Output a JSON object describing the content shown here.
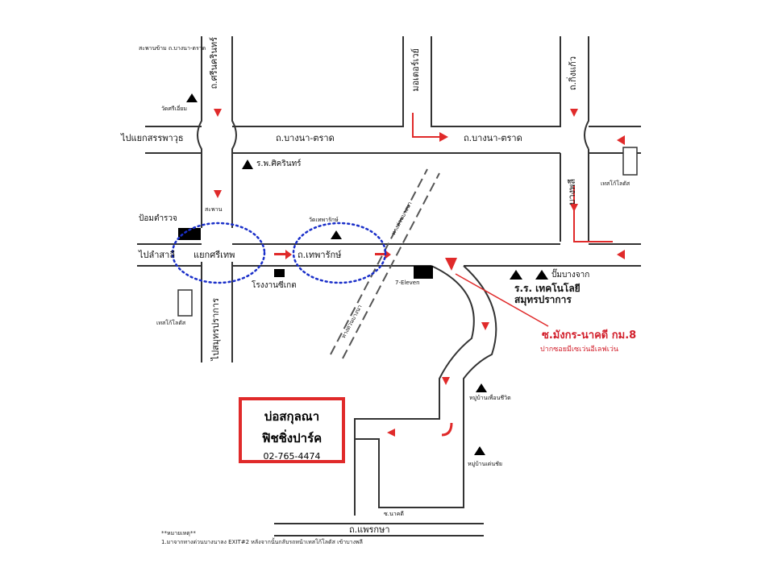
{
  "map": {
    "roads": {
      "srinakarin": "ถ.ศรีนครินทร์",
      "bangna_trat_west": "ถ.บางนา-ตราด",
      "bangna_trat_east": "ถ.บางนา-ตราด",
      "motorway": "มอเตอร์เวย์",
      "king_kaew": "ถ.กิ่งแก้ว",
      "theparak": "ถ.เทพารักษ์",
      "bang_phli": "บางพลี",
      "naphruksa_soi": "ซ.นาคดี",
      "phraeksa": "ถ.แพรกษา",
      "expressway_north": "ทางด่วนบางนา",
      "expressway_south": "ทางด่วนบางนา"
    },
    "directions": {
      "to_suan_luang": "ไปแยกสรรพาวุธ",
      "to_lam_sali": "ไปลำสาลี",
      "to_samut_prakan": "ไปสมุทรปราการ"
    },
    "intersection": "แยกศรีเทพ",
    "landmarks": {
      "top_note": "สะพานข้าม ถ.บางนา-ตราด",
      "wat": "วัดศรีเอี่ยม",
      "hospital": "ร.พ.ศิครินทร์",
      "police": "ป้อมตำรวจ",
      "temple_theparak": "วัดเทพารักษ์",
      "factory": "โรงงานซีเกต",
      "seven_eleven": "7-Eleven",
      "bang_chak": "ปั๊มบางจาก",
      "school_line1": "ร.ร. เทคโนโลยี",
      "school_line2": "สมุทรปราการ",
      "tesco_east": "เทสโก้โลตัส",
      "tesco_west": "เทสโก้โลตัส",
      "village1": "หมู่บ้านเพื่อนชีวิต",
      "village2": "หมู่บ้านเด่นชัย",
      "bridge_small": "สะพาน"
    },
    "turn_note": {
      "title": "ซ.มังกร-นาคดี กม.8",
      "subtitle": "ปากซอยมีเซเว่นอีเลฟเว่น"
    }
  },
  "destination": {
    "name_line1": "บ่อสกุลณา",
    "name_line2": "ฟิชชิ่งปาร์ค",
    "phone": "02-765-4474"
  },
  "footnote": {
    "title": "**หมายเหตุ**",
    "line1": "1.มาจากทางด่วนบางนาลง EXIT#2 หลังจากนั้นกลับรถหน้าเทสโก้โลตัส เข้าบางพลี"
  },
  "colors": {
    "road": "#333333",
    "route": "#e02a2a",
    "circle": "#1a2fc9",
    "box": "#e02a2a"
  }
}
